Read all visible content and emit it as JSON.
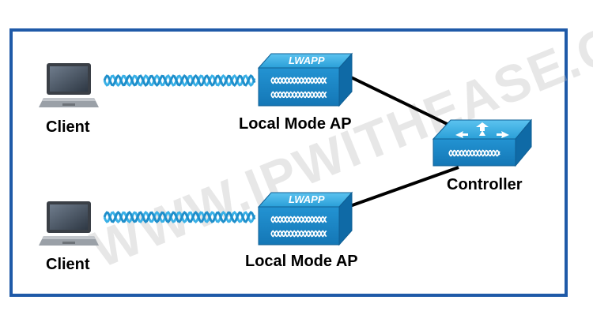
{
  "watermark": "WWW.IPWITHEASE.COM",
  "nodes": {
    "client_top": "Client",
    "client_bottom": "Client",
    "ap_top": "Local Mode AP",
    "ap_bottom": "Local Mode AP",
    "ap_top_badge": "LWAPP",
    "ap_bottom_badge": "LWAPP",
    "controller": "Controller"
  },
  "colors": {
    "frame": "#1f5aa8",
    "device_blue": "#1e8fd0",
    "wireless_link": "#2a9fd8",
    "wired_link": "#000000"
  },
  "links": [
    {
      "from": "Client",
      "to": "Local Mode AP",
      "kind": "wireless"
    },
    {
      "from": "Client",
      "to": "Local Mode AP",
      "kind": "wireless"
    },
    {
      "from": "Local Mode AP",
      "to": "Controller",
      "kind": "wired"
    },
    {
      "from": "Local Mode AP",
      "to": "Controller",
      "kind": "wired"
    }
  ]
}
